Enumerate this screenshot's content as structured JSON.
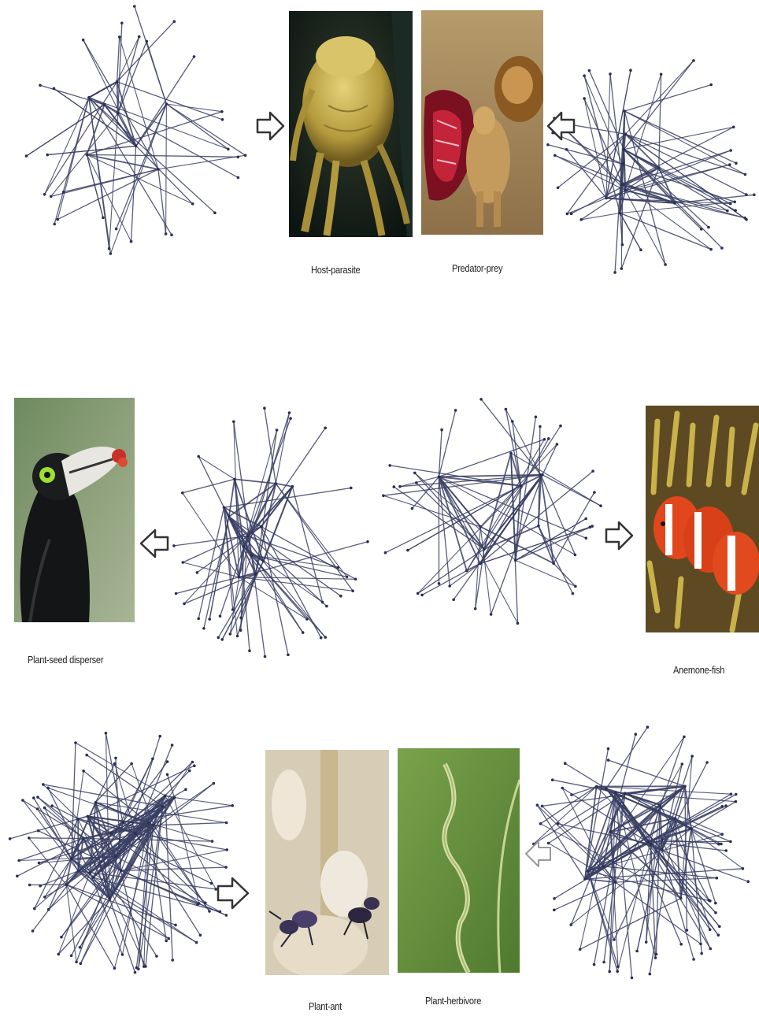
{
  "panels": [
    {
      "id": "host-parasite",
      "caption": "Host-parasite"
    },
    {
      "id": "predator-prey",
      "caption": "Predator-prey"
    },
    {
      "id": "plant-seed-disperser",
      "caption": "Plant-seed disperser"
    },
    {
      "id": "anemone-fish",
      "caption": "Anemone-fish"
    },
    {
      "id": "plant-ant",
      "caption": "Plant-ant"
    },
    {
      "id": "plant-herbivore",
      "caption": "Plant-herbivore"
    }
  ],
  "colors": {
    "edge": "#3a3f63",
    "node": "#2a2e55",
    "arrow_stroke": "#333333"
  }
}
